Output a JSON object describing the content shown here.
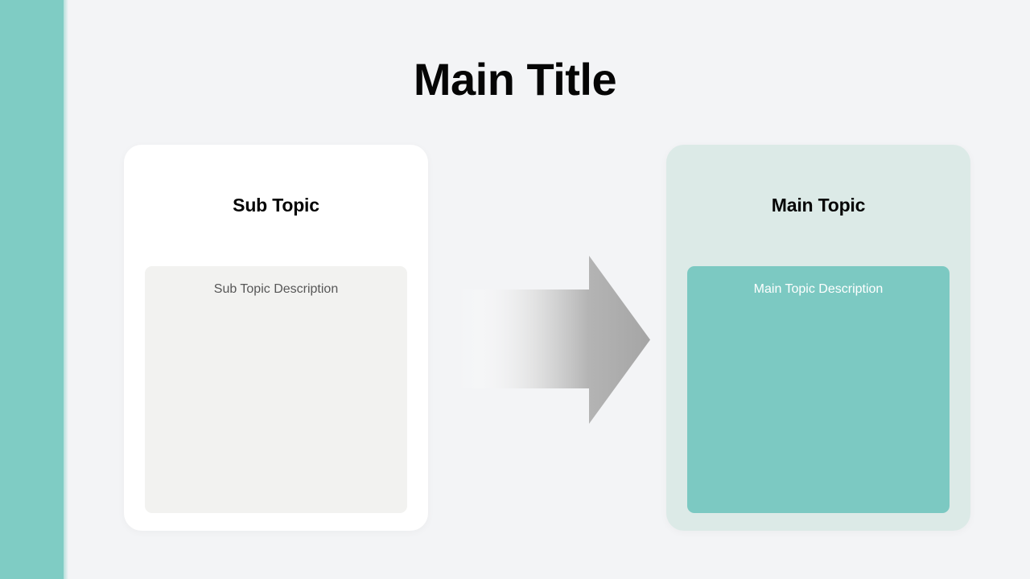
{
  "slide": {
    "title": "Main Title",
    "background_color": "#f3f4f6",
    "accent_color": "#7fccc4"
  },
  "cards": [
    {
      "id": "sub-topic",
      "heading": "Sub Topic",
      "description": "Sub Topic Description",
      "card_color": "#ffffff",
      "body_color": "#f2f2f0",
      "text_color": "#575757"
    },
    {
      "id": "main-topic",
      "heading": "Main Topic",
      "description": "Main Topic Description",
      "card_color": "#dceae7",
      "body_color": "#7cc9c2",
      "text_color": "#ffffff"
    }
  ],
  "connector": {
    "icon": "right-arrow-icon",
    "direction": "right",
    "gradient_from": "#ffffff",
    "gradient_to": "#a6a6a6"
  }
}
